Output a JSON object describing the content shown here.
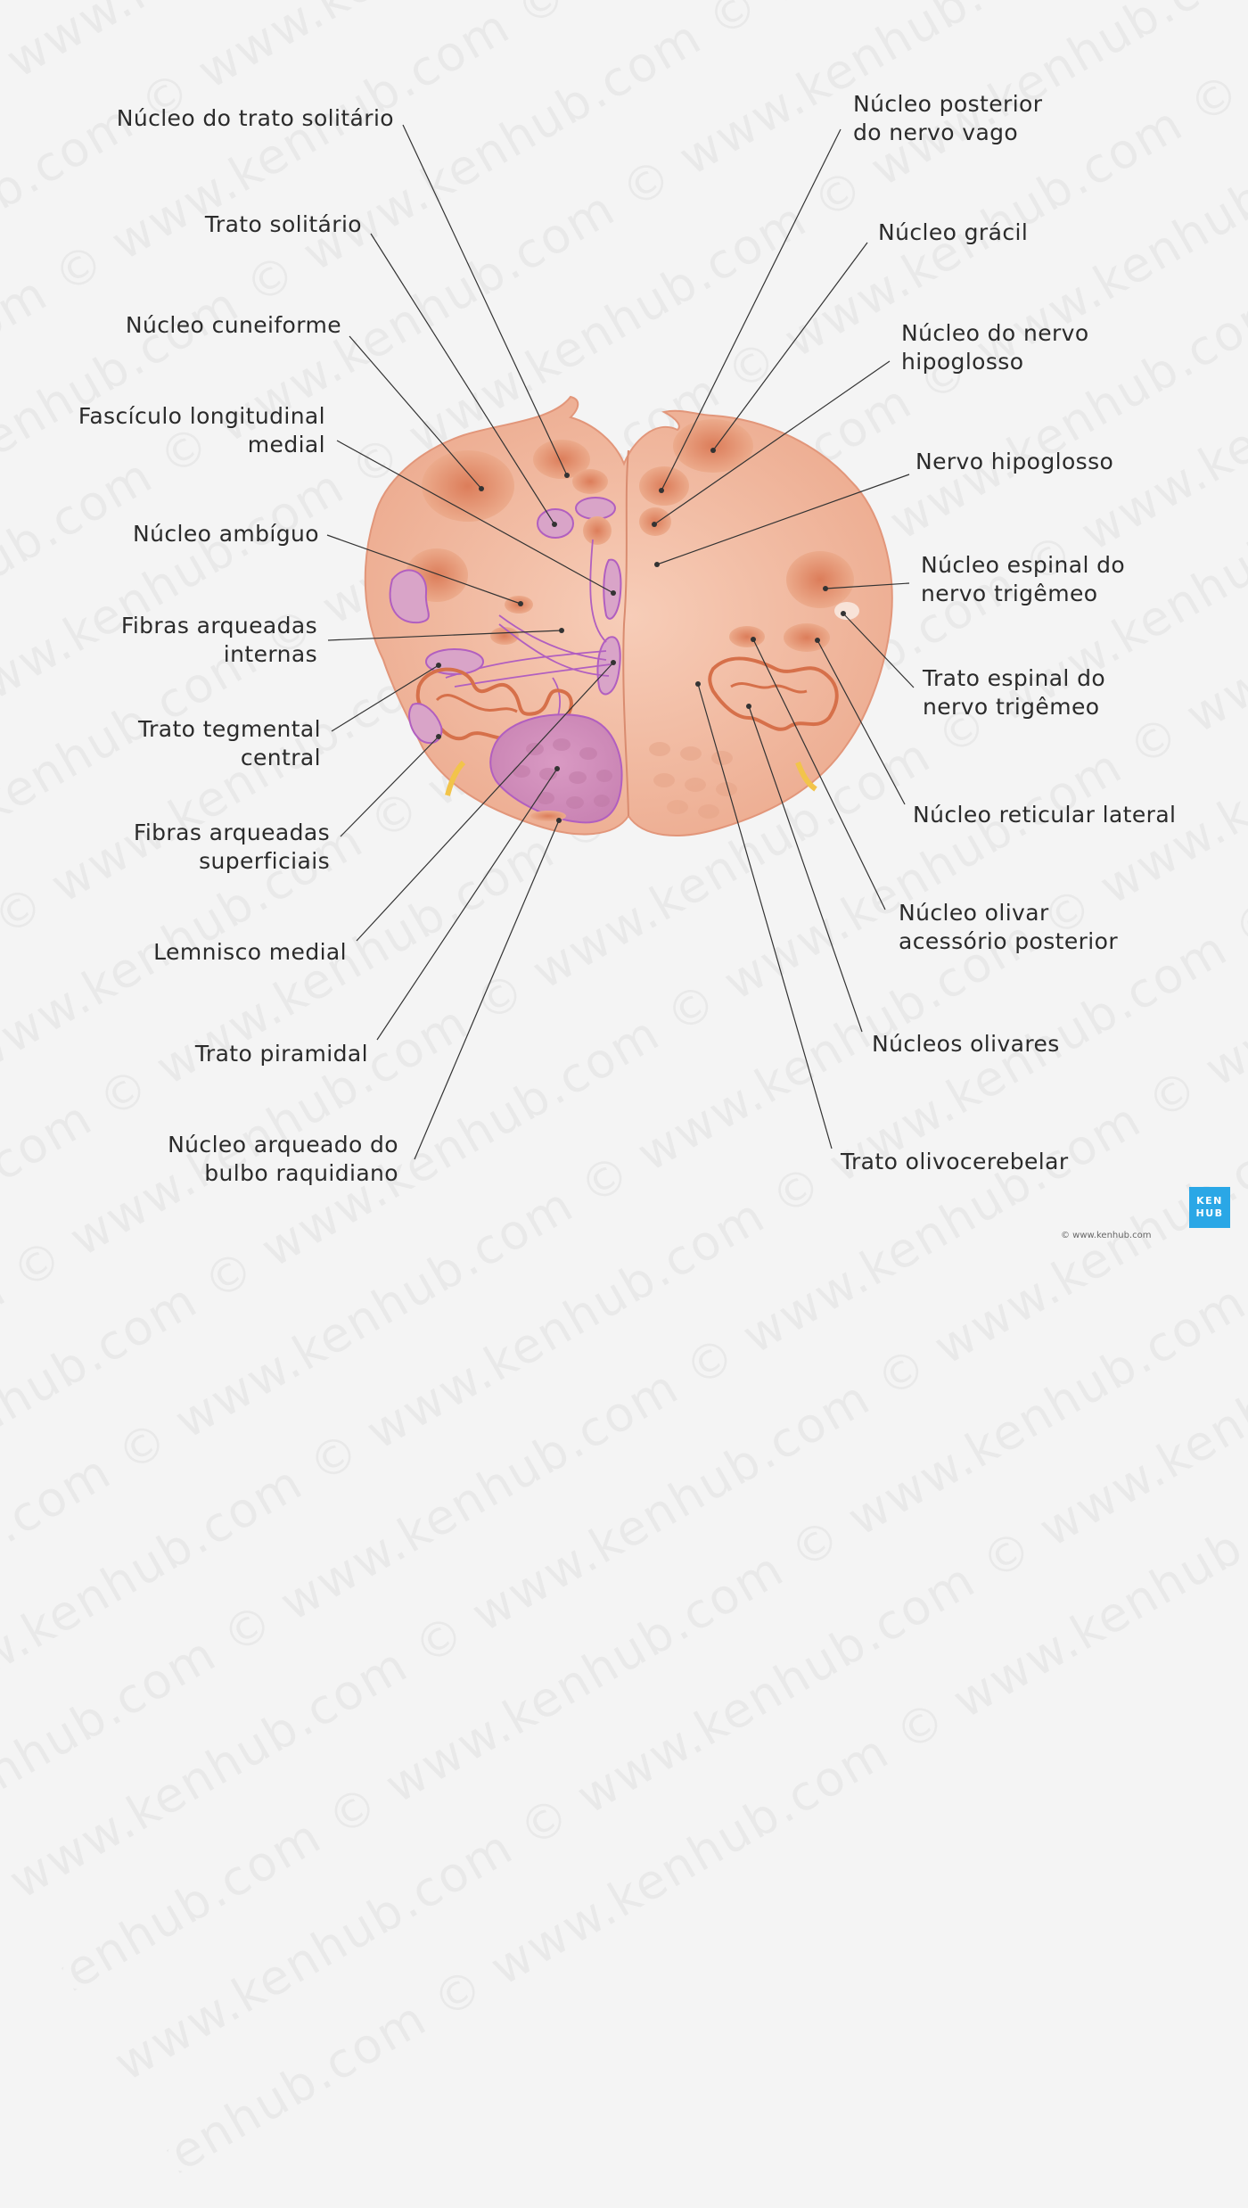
{
  "watermark": {
    "text": "www.kenhub.com © "
  },
  "labels": {
    "nucleo_trato_solitario": "Núcleo do trato solitário",
    "trato_solitario": "Trato solitário",
    "nucleo_cuneiforme": "Núcleo cuneiforme",
    "fasciculo_longitudinal_medial": [
      "Fascículo longitudinal",
      "medial"
    ],
    "nucleo_ambiguo": "Núcleo ambíguo",
    "fibras_arqueadas_internas": [
      "Fibras arqueadas",
      "internas"
    ],
    "trato_tegmental_central": [
      "Trato tegmental",
      "central"
    ],
    "fibras_arqueadas_superficiais": [
      "Fibras arqueadas",
      "superficiais"
    ],
    "lemnisco_medial": "Lemnisco medial",
    "trato_piramidal": "Trato piramidal",
    "nucleo_arqueado": [
      "Núcleo arqueado do",
      "bulbo raquidiano"
    ],
    "nucleo_posterior_vago": [
      "Núcleo posterior",
      "do nervo vago"
    ],
    "nucleo_gracil": "Núcleo grácil",
    "nucleo_hipoglosso": [
      "Núcleo do nervo",
      "hipoglosso"
    ],
    "nervo_hipoglosso": "Nervo hipoglosso",
    "nucleo_espinal_trigemeo": [
      "Núcleo espinal do",
      "nervo trigêmeo"
    ],
    "trato_espinal_trigemeo": [
      "Trato espinal do",
      "nervo trigêmeo"
    ],
    "nucleo_reticular_lateral": "Núcleo reticular lateral",
    "nucleo_olivar_acessorio": [
      "Núcleo olivar",
      "acessório posterior"
    ],
    "nucleos_olivares": "Núcleos olivares",
    "trato_olivocerebelar": "Trato olivocerebelar"
  },
  "logo": {
    "line1": "KEN",
    "line2": "HUB"
  },
  "copyright": "© www.kenhub.com",
  "colors": {
    "tissue": "#f0b39a",
    "tissue_dark": "#e08a66",
    "nucleus": "#e49270",
    "purple_fill": "#d9a4c8",
    "purple_line": "#b15fc0",
    "leader": "#333333",
    "nerve": "#f2c44a",
    "brand": "#2aa7e6"
  }
}
